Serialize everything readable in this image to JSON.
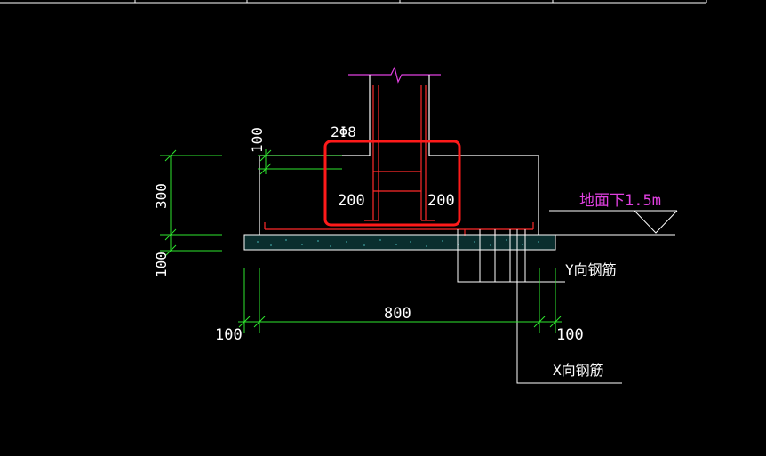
{
  "colors": {
    "background": "#000000",
    "outline": "#ffffff",
    "rebar": "#ff2a2a",
    "dimension": "#2ee62e",
    "annotation_text": "#ffffff",
    "elevation": "#e040e0",
    "highlight": "#ff1a1a",
    "concrete_fill": "#0d3a3a"
  },
  "labels": {
    "stirrup": "2Φ8",
    "left_cover": "200",
    "right_cover": "200",
    "ground_level": "地面下1.5m",
    "y_rebar": "Y向钢筋",
    "x_rebar": "X向钢筋"
  },
  "dimensions": {
    "height_300": "300",
    "height_100_bottom": "100",
    "height_100_top": "100",
    "width_800": "800",
    "left_100": "100",
    "right_100": "100"
  }
}
